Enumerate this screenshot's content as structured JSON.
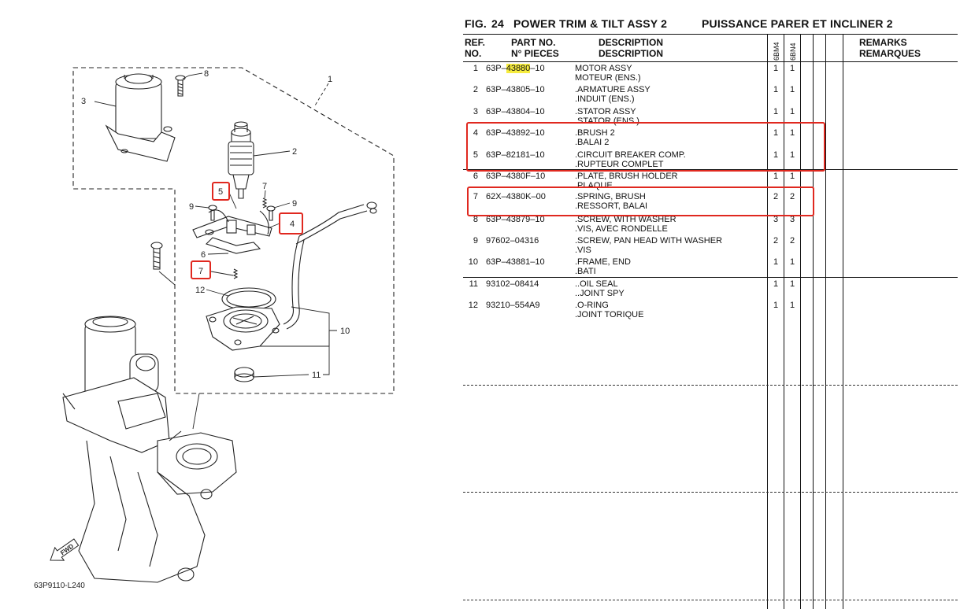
{
  "figure": {
    "label": "FIG.",
    "number": "24",
    "title_en": "POWER TRIM & TILT ASSY 2",
    "title_fr": "PUISSANCE PARER ET INCLINER 2"
  },
  "diagram": {
    "code": "63P9110-L240",
    "fwd_label": "FWD",
    "callouts": [
      "1",
      "2",
      "3",
      "4",
      "5",
      "6",
      "7",
      "7",
      "8",
      "9",
      "9",
      "10",
      "11",
      "12"
    ],
    "highlighted_callouts": [
      "5",
      "4",
      "7"
    ]
  },
  "table": {
    "headers": {
      "ref_en": "REF.",
      "ref_fr": "NO.",
      "part_en": "PART NO.",
      "part_fr": "N° PIECES",
      "desc_en": "DESCRIPTION",
      "desc_fr": "DESCRIPTION",
      "col_a": "6BM4",
      "col_b": "6BN4",
      "remarks_en": "REMARKS",
      "remarks_fr": "REMARQUES"
    },
    "rows": [
      {
        "ref": "1",
        "part_prefix": "63P–",
        "part_highlight": "43880",
        "part_suffix": "–10",
        "desc_en": "MOTOR ASSY",
        "desc_fr": "MOTEUR (ENS.)",
        "qty_a": "1",
        "qty_b": "1"
      },
      {
        "ref": "2",
        "part_prefix": "63P–43805–10",
        "part_highlight": "",
        "part_suffix": "",
        "desc_en": ".ARMATURE ASSY",
        "desc_fr": ".INDUIT (ENS.)",
        "qty_a": "1",
        "qty_b": "1"
      },
      {
        "ref": "3",
        "part_prefix": "63P–43804–10",
        "part_highlight": "",
        "part_suffix": "",
        "desc_en": ".STATOR ASSY",
        "desc_fr": ".STATOR (ENS.)",
        "qty_a": "1",
        "qty_b": "1"
      },
      {
        "ref": "4",
        "part_prefix": "63P–43892–10",
        "part_highlight": "",
        "part_suffix": "",
        "desc_en": ".BRUSH 2",
        "desc_fr": ".BALAI 2",
        "qty_a": "1",
        "qty_b": "1"
      },
      {
        "ref": "5",
        "part_prefix": "63P–82181–10",
        "part_highlight": "",
        "part_suffix": "",
        "desc_en": ".CIRCUIT BREAKER COMP.",
        "desc_fr": ".RUPTEUR COMPLET",
        "qty_a": "1",
        "qty_b": "1"
      },
      {
        "ref": "6",
        "part_prefix": "63P–4380F–10",
        "part_highlight": "",
        "part_suffix": "",
        "desc_en": ".PLATE, BRUSH HOLDER",
        "desc_fr": ".PLAQUE",
        "qty_a": "1",
        "qty_b": "1"
      },
      {
        "ref": "7",
        "part_prefix": "62X–4380K–00",
        "part_highlight": "",
        "part_suffix": "",
        "desc_en": ".SPRING, BRUSH",
        "desc_fr": ".RESSORT, BALAI",
        "qty_a": "2",
        "qty_b": "2"
      },
      {
        "ref": "8",
        "part_prefix": "63P–43879–10",
        "part_highlight": "",
        "part_suffix": "",
        "desc_en": ".SCREW, WITH WASHER",
        "desc_fr": ".VIS, AVEC RONDELLE",
        "qty_a": "3",
        "qty_b": "3"
      },
      {
        "ref": "9",
        "part_prefix": "97602–04316",
        "part_highlight": "",
        "part_suffix": "",
        "desc_en": ".SCREW, PAN HEAD WITH WASHER",
        "desc_fr": ".VIS",
        "qty_a": "2",
        "qty_b": "2"
      },
      {
        "ref": "10",
        "part_prefix": "63P–43881–10",
        "part_highlight": "",
        "part_suffix": "",
        "desc_en": ".FRAME, END",
        "desc_fr": ".BATI",
        "qty_a": "1",
        "qty_b": "1"
      },
      {
        "ref": "11",
        "part_prefix": "93102–08414",
        "part_highlight": "",
        "part_suffix": "",
        "desc_en": "..OIL SEAL",
        "desc_fr": "..JOINT SPY",
        "qty_a": "1",
        "qty_b": "1"
      },
      {
        "ref": "12",
        "part_prefix": "93210–554A9",
        "part_highlight": "",
        "part_suffix": "",
        "desc_en": ".O-RING",
        "desc_fr": ".JOINT TORIQUE",
        "qty_a": "1",
        "qty_b": "1"
      }
    ],
    "highlight_color": "#f6ec3e",
    "annotation_color": "#e0281f"
  }
}
